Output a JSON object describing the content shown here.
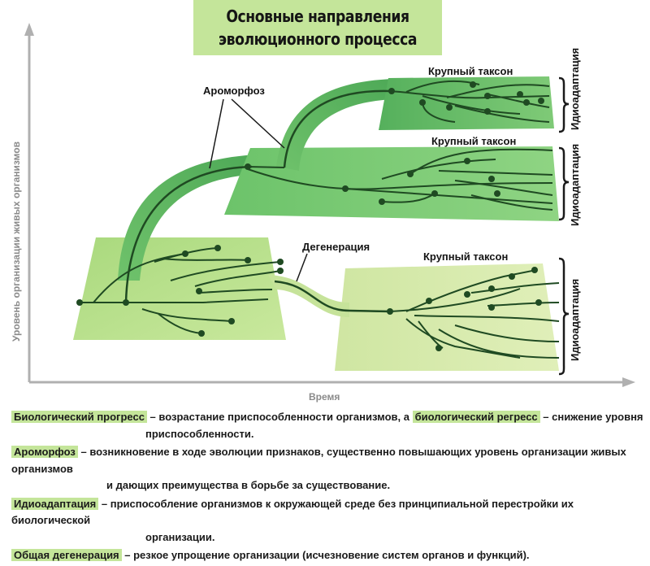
{
  "title": {
    "line1": "Основные направления",
    "line2": "эволюционного процесса"
  },
  "axes": {
    "x_label": "Время",
    "y_label": "Уровень организации живых организмов"
  },
  "labels": {
    "aromorphosis": "Ароморфоз",
    "degeneration": "Дегенерация",
    "taxon_top": "Крупный таксон",
    "taxon_middle": "Крупный таксон",
    "taxon_bottom": "Крупный таксон",
    "idio_top": "Идиоадаптация",
    "idio_middle": "Идиоадаптация",
    "idio_bottom": "Идиоадаптация"
  },
  "colors": {
    "highlight": "#c4e59a",
    "dark_green": "#1f4a22",
    "platform_dark": "#5fb361",
    "platform_light": "#bfe08e"
  },
  "definitions": [
    {
      "term": "Биологический прогресс",
      "text": " – возрастание приспособленности организмов, а ",
      "term2": "биологический регресс",
      "text2": " – снижение уровня",
      "cont": "приспособленности."
    },
    {
      "term": "Ароморфоз",
      "text": " – возникновение в ходе эволюции признаков, существенно повышающих уровень организации живых организмов",
      "cont": "и дающих преимущества в борьбе за существование."
    },
    {
      "term": "Идиоадаптация",
      "text": " – приспособление организмов к окружающей среде без принципиальной перестройки их биологической",
      "cont": "организации."
    },
    {
      "term": "Общая дегенерация",
      "text": " – резкое упрощение организации (исчезновение систем органов и функций)."
    }
  ]
}
